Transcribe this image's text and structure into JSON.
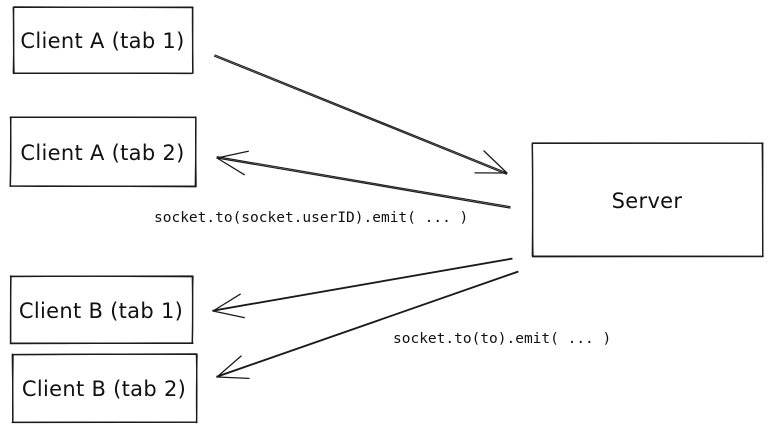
{
  "diagram": {
    "colors": {
      "stroke": "#1b1b1b",
      "background": "#ffffff",
      "text": "#111111"
    },
    "nodes": [
      {
        "id": "client-a-tab1",
        "label": "Client A (tab 1)"
      },
      {
        "id": "client-a-tab2",
        "label": "Client A (tab 2)"
      },
      {
        "id": "client-b-tab1",
        "label": "Client B (tab 1)"
      },
      {
        "id": "client-b-tab2",
        "label": "Client B (tab 2)"
      },
      {
        "id": "server",
        "label": "Server"
      }
    ],
    "edges": [
      {
        "from": "client-a-tab1",
        "to": "server",
        "label": ""
      },
      {
        "from": "server",
        "to": "client-a-tab2",
        "label": "socket.to(socket.userID).emit( ... )"
      },
      {
        "from": "server",
        "to": "client-b-tab1",
        "label": ""
      },
      {
        "from": "server",
        "to": "client-b-tab2",
        "label": "socket.to(to).emit( ... )"
      }
    ]
  }
}
